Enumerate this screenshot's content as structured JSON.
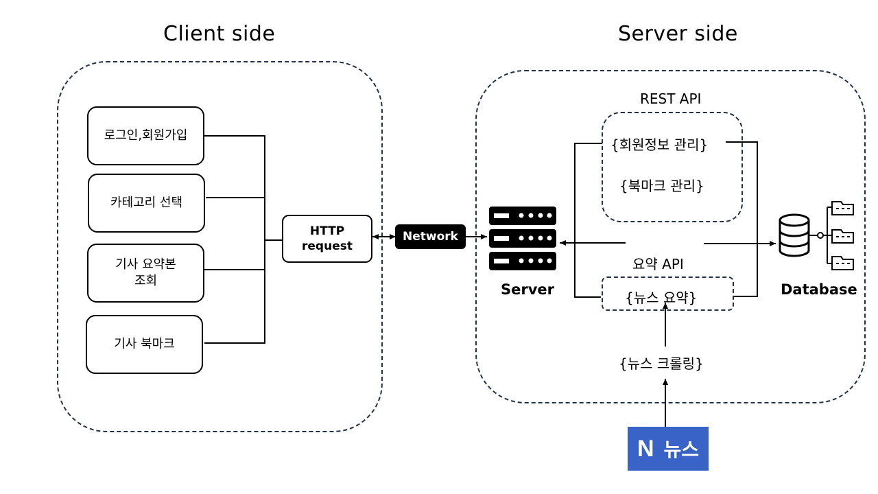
{
  "client": {
    "title": "Client side",
    "items": [
      {
        "label": "로그인,회원가입"
      },
      {
        "label": "카테고리 선택"
      },
      {
        "label": "기사 요약본\n조회"
      },
      {
        "label": "기사 북마크"
      }
    ],
    "http_label": "HTTP\nrequest"
  },
  "network_label": "Network",
  "server": {
    "title": "Server side",
    "server_label": "Server",
    "rest_api_label": "REST API",
    "rest_items": {
      "member": "{회원정보 관리}",
      "bookmark": "{북마크 관리}"
    },
    "summary_api_label": "요약 API",
    "summary_item": "{뉴스 요약}",
    "crawling_label": "{뉴스 크롤링}",
    "database_label": "Database"
  },
  "naver": {
    "logo": "N",
    "label": "뉴스",
    "color": "#3a63c7"
  },
  "colors": {
    "dash": "#1f3148",
    "line": "#000000"
  }
}
